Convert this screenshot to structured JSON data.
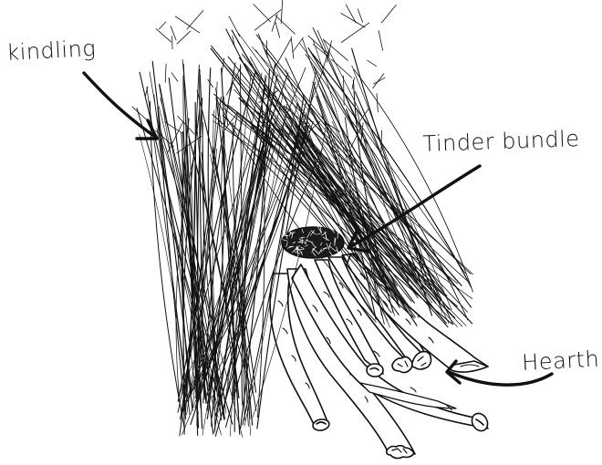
{
  "labels": {
    "kindling": "kindling",
    "tinder": "Tinder bundle",
    "hearth": "Hearth"
  },
  "colors": {
    "ink": "#111111",
    "paper": "#ffffff"
  },
  "icons": {
    "kindling_arrow": "curved-arrow-icon",
    "tinder_arrow": "curved-arrow-icon",
    "hearth_arrow": "curved-arrow-icon"
  }
}
